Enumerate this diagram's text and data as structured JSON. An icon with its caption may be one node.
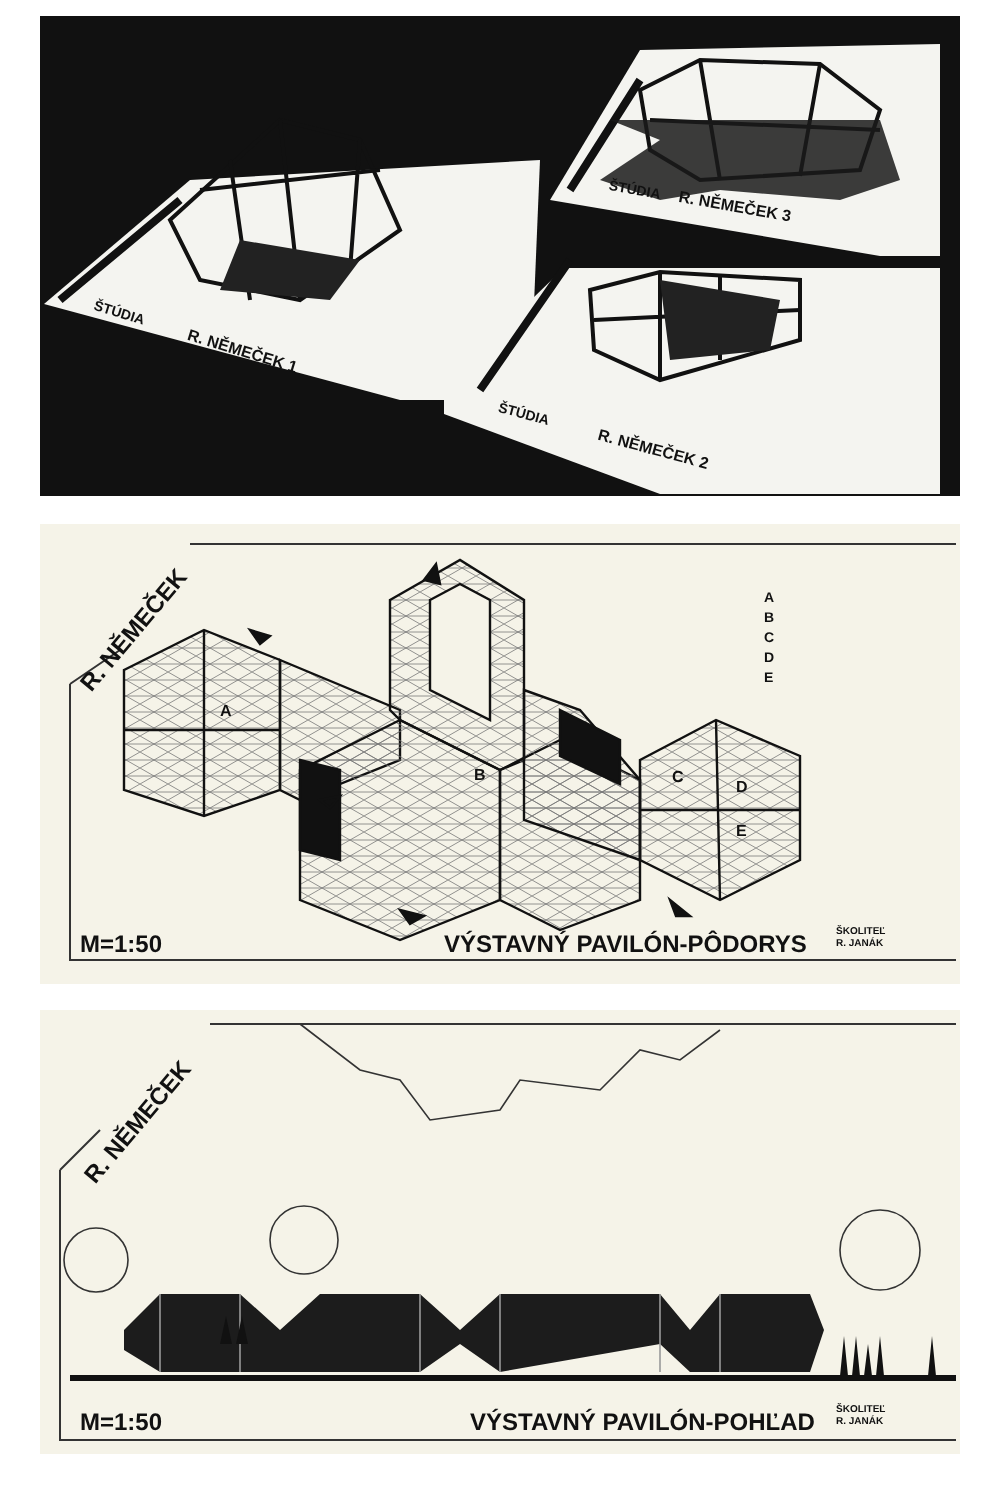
{
  "diagram": {
    "labels": [
      "ŠTÚDIA",
      "R. NĚMEČEK 3",
      "ŠTÚDIA",
      "R. NĚMEČEK 1",
      "ŠTÚDIA",
      "R. NĚMEČEK 2",
      "R. NĚMEČEK",
      "A",
      "B",
      "C",
      "D",
      "E",
      "A",
      "B",
      "C",
      "D",
      "E",
      "M=1:50",
      "VÝSTAVNÝ PAVILÓN-PÔDORYS",
      "ŠKOLITEĽ",
      "R. JANÁK",
      "R. NĚMEČEK",
      "M=1:50",
      "VÝSTAVNÝ PAVILÓN-POHĽAD",
      "ŠKOLITEĽ",
      "R. JANÁK"
    ]
  }
}
